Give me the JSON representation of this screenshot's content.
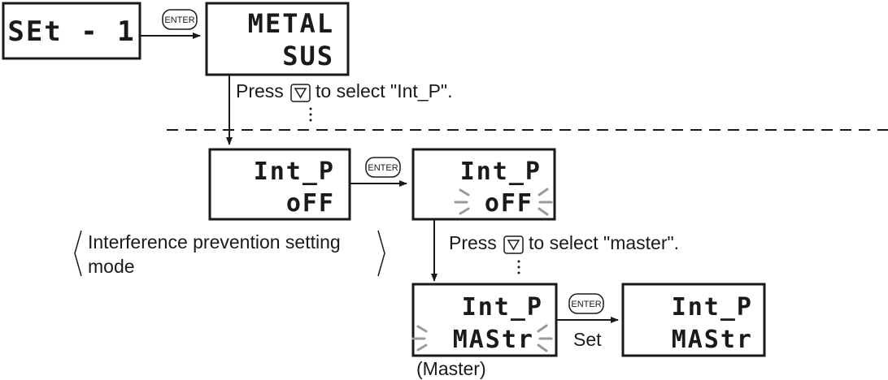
{
  "displays": {
    "d1": {
      "top": "SEt - 1",
      "bottom": ""
    },
    "d2": {
      "top": "METAL",
      "bottom": "SUS"
    },
    "d3": {
      "top": "Int_P",
      "bottom": "oFF"
    },
    "d4": {
      "top": "Int_P",
      "bottom": "oFF"
    },
    "d5": {
      "top": "Int_P",
      "bottom": "MAStr"
    },
    "d6": {
      "top": "Int_P",
      "bottom": "MAStr"
    }
  },
  "enter_label": "ENTER",
  "steps": {
    "step1_pre": "Press",
    "step1_post": "to select \"Int_P\".",
    "step2_pre": "Press",
    "step2_post": "to select \"master\"."
  },
  "mode_label": {
    "line1": "Interference prevention setting",
    "line2": "mode"
  },
  "set_label": "Set",
  "master_label": "(Master)"
}
